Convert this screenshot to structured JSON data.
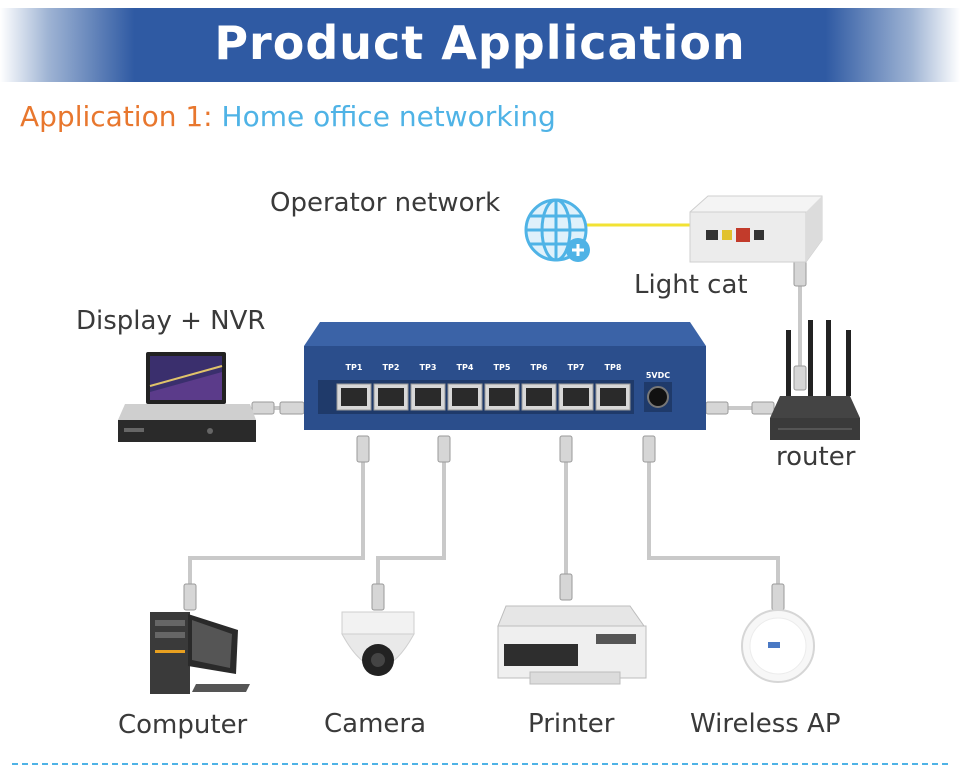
{
  "header": {
    "title": "Product Application"
  },
  "application": {
    "prefix": "Application 1:",
    "name": "Home office networking"
  },
  "labels": {
    "operator_network": "Operator network",
    "light_cat": "Light cat",
    "display_nvr": "Display + NVR",
    "router": "router",
    "computer": "Computer",
    "camera": "Camera",
    "printer": "Printer",
    "wireless_ap": "Wireless AP"
  },
  "switch": {
    "ports": [
      "TP1",
      "TP2",
      "TP3",
      "TP4",
      "TP5",
      "TP6",
      "TP7",
      "TP8"
    ],
    "power_label": "5VDC"
  },
  "colors": {
    "banner": "#2f5aa3",
    "prefix": "#e8772e",
    "highlight": "#4fb3e6",
    "switch_body": "#2b4e8c",
    "fiber": "#f2e233"
  }
}
